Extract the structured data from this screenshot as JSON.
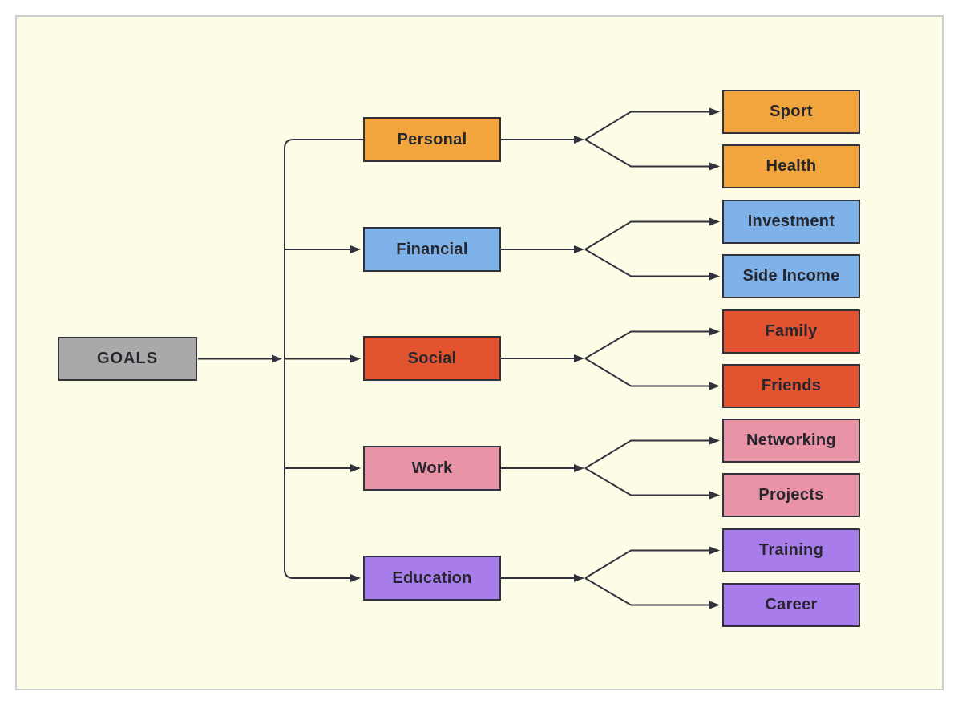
{
  "colors": {
    "page_background": "#FFFFFF",
    "canvas_background": "#FCFCE7",
    "canvas_border": "#CDCDCD",
    "line": "#32323C",
    "text": "#26262E"
  },
  "mindmap": {
    "root": {
      "label": "GOALS",
      "color": "#A9A9A9"
    },
    "branches": [
      {
        "label": "Personal",
        "color": "#F2A53C",
        "children": [
          "Sport",
          "Health"
        ]
      },
      {
        "label": "Financial",
        "color": "#7FB2E8",
        "children": [
          "Investment",
          "Side Income"
        ]
      },
      {
        "label": "Social",
        "color": "#E2532F",
        "children": [
          "Family",
          "Friends"
        ]
      },
      {
        "label": "Work",
        "color": "#E994A6",
        "children": [
          "Networking",
          "Projects"
        ]
      },
      {
        "label": "Education",
        "color": "#A87CEB",
        "children": [
          "Training",
          "Career"
        ]
      }
    ]
  }
}
